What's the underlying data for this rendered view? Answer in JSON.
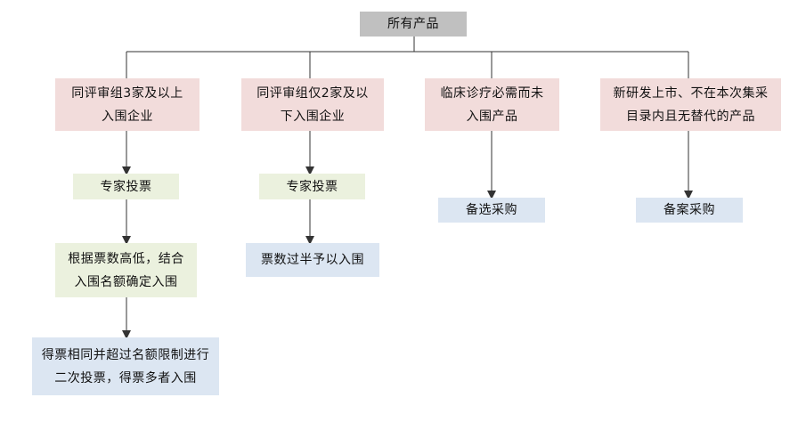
{
  "diagram": {
    "root": "所有产品",
    "categories": [
      "同评审组3家及以上\n入围企业",
      "同评审组仅2家及以\n下入围企业",
      "临床诊疗必需而未\n入围产品",
      "新研发上市、不在本次集采\n目录内且无替代的产品"
    ],
    "branch1": {
      "step1": "专家投票",
      "step2": "根据票数高低，结合\n入围名额确定入围",
      "step3": "得票相同并超过名额限制进行\n二次投票，得票多者入围"
    },
    "branch2": {
      "step1": "专家投票",
      "step2": "票数过半予以入围"
    },
    "branch3": {
      "step1": "备选采购"
    },
    "branch4": {
      "step1": "备案采购"
    },
    "colors": {
      "root_fill": "#c0c0c0",
      "category_fill": "#f2dcdb",
      "step_fill": "#ebf1de",
      "outcome_fill": "#dce6f2",
      "connector": "#333333"
    }
  }
}
